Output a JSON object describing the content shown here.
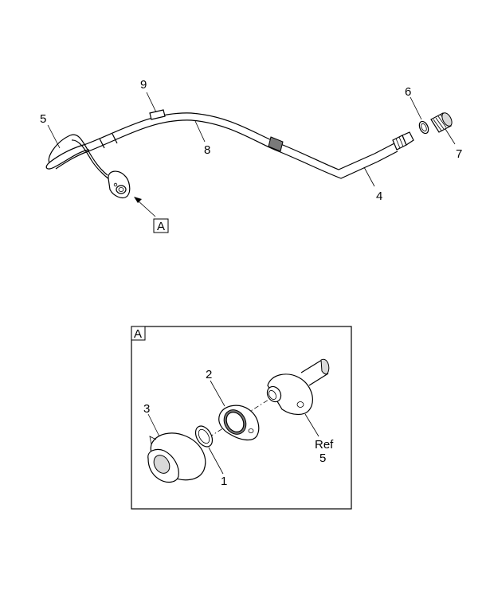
{
  "callouts": {
    "c1": "1",
    "c2": "2",
    "c3": "3",
    "c4": "4",
    "c5": "5",
    "c6": "6",
    "c7": "7",
    "c8": "8",
    "c9": "9",
    "ref_word": "Ref",
    "ref_num": "5"
  },
  "view_marker": "A",
  "detail_panel_label": "A"
}
